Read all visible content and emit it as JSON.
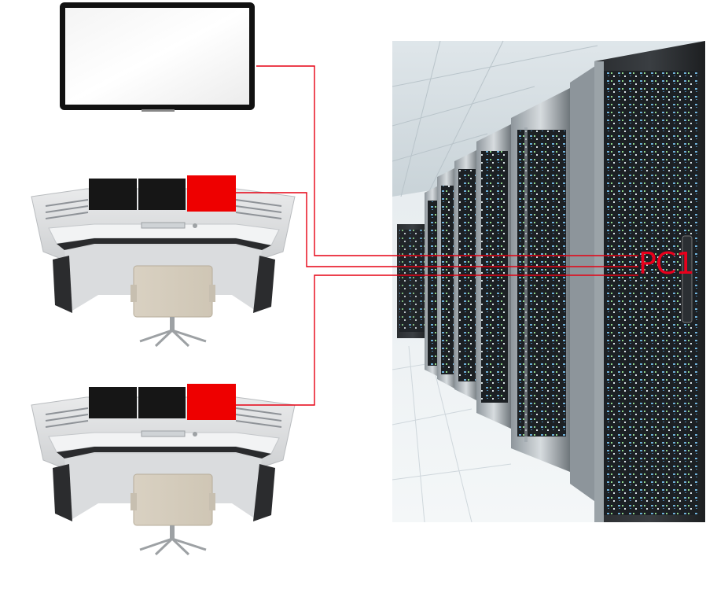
{
  "labels": {
    "server_pc": "PC1"
  },
  "colors": {
    "connection_line": "#e60012",
    "highlight_monitor": "#ee0000",
    "background": "#ffffff"
  },
  "components": [
    {
      "name": "wall-display",
      "icon": "display-screen-icon"
    },
    {
      "name": "operator-console-1",
      "icon": "console-desk-icon"
    },
    {
      "name": "operator-console-2",
      "icon": "console-desk-icon"
    },
    {
      "name": "server-room",
      "icon": "server-rack-icon"
    }
  ]
}
